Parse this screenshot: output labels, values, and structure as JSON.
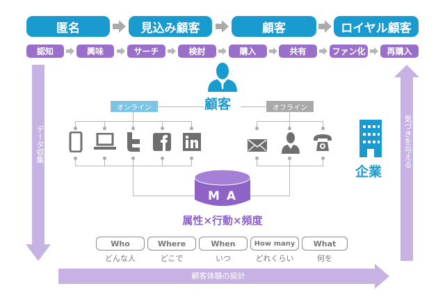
{
  "stages": [
    {
      "label": "匿名"
    },
    {
      "label": "見込み顧客"
    },
    {
      "label": "顧客"
    },
    {
      "label": "ロイヤル顧客"
    }
  ],
  "steps": [
    {
      "label": "認知"
    },
    {
      "label": "興味"
    },
    {
      "label": "サーチ"
    },
    {
      "label": "検討"
    },
    {
      "label": "購入"
    },
    {
      "label": "共有"
    },
    {
      "label": "ファン化"
    },
    {
      "label": "再購入"
    }
  ],
  "customer": {
    "label": "顧客",
    "icon": "person-icon"
  },
  "company": {
    "label": "企業",
    "icon": "building-icon"
  },
  "online": {
    "label": "オンライン",
    "icons": [
      "smartphone-icon",
      "laptop-icon",
      "twitter-icon",
      "facebook-icon",
      "linkedin-icon"
    ]
  },
  "offline": {
    "label": "オフライン",
    "icons": [
      "mail-icon",
      "person-icon",
      "telephone-icon"
    ]
  },
  "ma": {
    "label": "M A",
    "caption": "属性×行動×頻度"
  },
  "left_arrow": {
    "label": "データ収集"
  },
  "right_arrow": {
    "label": "気づきを与える"
  },
  "bottom_arrow": {
    "label": "顧客体験の設計"
  },
  "questions": [
    {
      "en": "Who",
      "ja": "どんな人"
    },
    {
      "en": "Where",
      "ja": "どこで"
    },
    {
      "en": "When",
      "ja": "いつ"
    },
    {
      "en": "How many",
      "ja": "どれくらい"
    },
    {
      "en": "What",
      "ja": "何を"
    }
  ],
  "colors": {
    "stage": "#1a9bd0",
    "step": "#9a6fc9",
    "arrow_band": "#c7b3e3",
    "online_tag": "#7cc4e4",
    "offline_tag": "#a9a9a9",
    "icon_gray": "#6e6e6e",
    "ma": "#8e63c7"
  }
}
